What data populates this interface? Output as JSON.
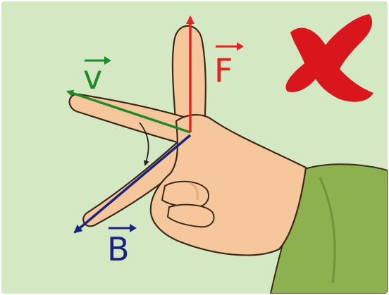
{
  "figure": {
    "labels": {
      "velocity": "v",
      "force": "F",
      "field": "B"
    },
    "colors": {
      "background": "#d4e8c4",
      "skin": "#f6c79c",
      "skin_shadow": "#e8a878",
      "outline": "#3b2a1a",
      "sleeve": "#8db14e",
      "sleeve_dark": "#6f9338",
      "velocity": "#1e8a2a",
      "force": "#e42222",
      "field": "#1a237e",
      "cross": "#d8161c"
    },
    "icons": [
      "cross-mark-icon",
      "curved-angle-arrow-icon"
    ]
  }
}
